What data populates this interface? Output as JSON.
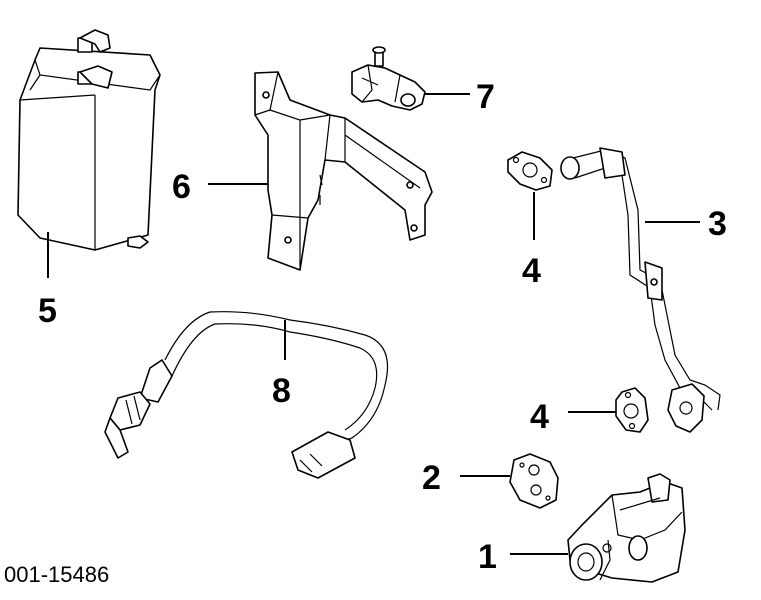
{
  "diagram": {
    "callouts": {
      "c1": "1",
      "c2": "2",
      "c3": "3",
      "c4a": "4",
      "c4b": "4",
      "c5": "5",
      "c6": "6",
      "c7": "7",
      "c8": "8"
    },
    "figure_code": "001-15486",
    "colors": {
      "line": "#000000",
      "background": "#ffffff"
    }
  }
}
